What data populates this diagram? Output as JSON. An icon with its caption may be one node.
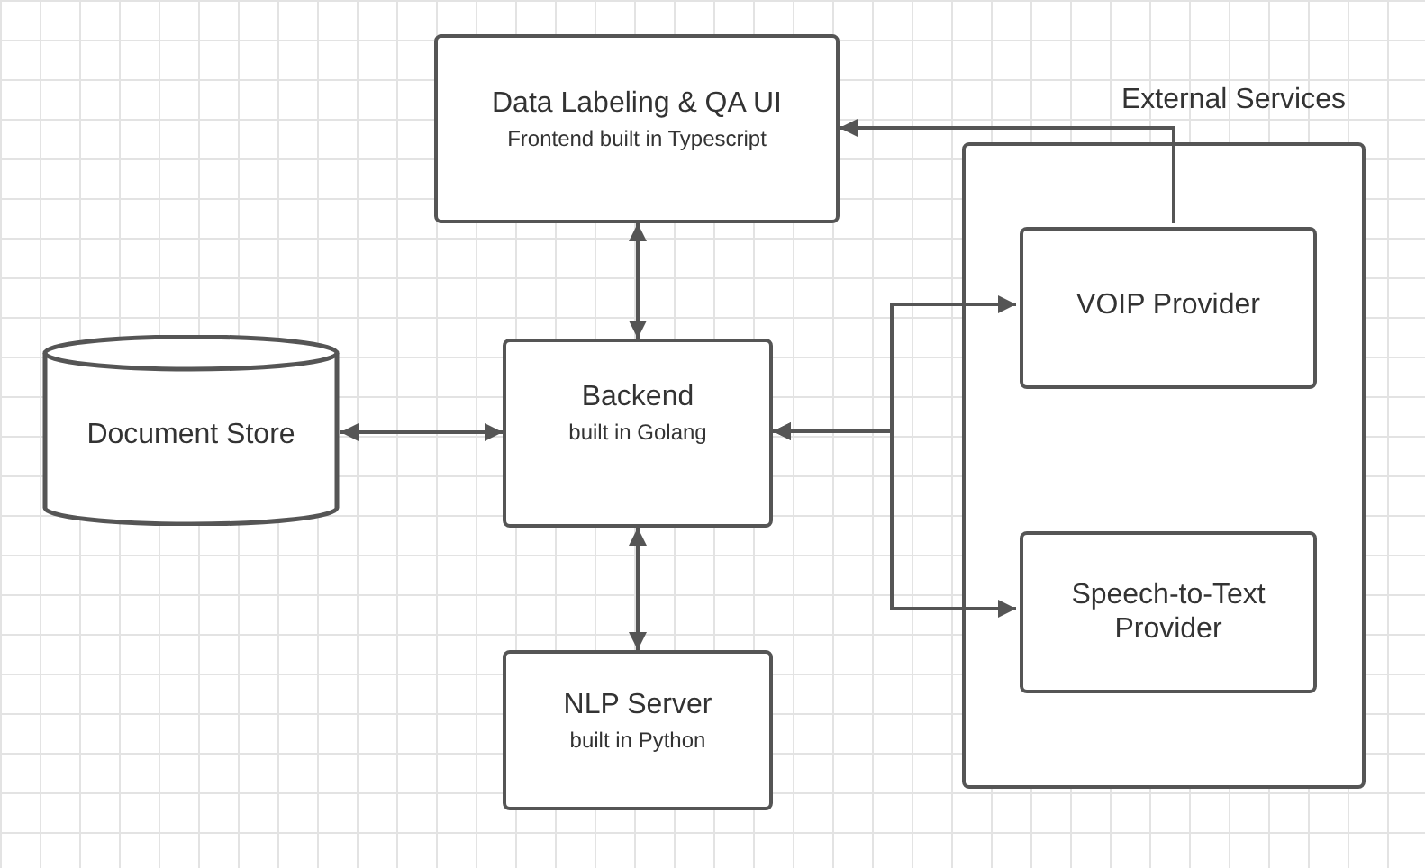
{
  "diagram": {
    "nodes": [
      {
        "text": [
          "Data Labeling & QA UI",
          "Frontend built in Typescript"
        ]
      },
      {
        "text": [
          "External Services"
        ]
      },
      {
        "text": [
          "Document Store"
        ]
      },
      {
        "text": [
          "Backend",
          "built in Golang"
        ]
      },
      {
        "text": [
          "VOIP Provider"
        ],
        "in": 1
      },
      {
        "text": [
          "Speech-to-Text Provider"
        ],
        "in": 1
      },
      {
        "text": [
          "NLP Server",
          "built in Python"
        ]
      }
    ],
    "edges": [
      {
        "from": 0,
        "to": 3,
        "arrow": "both"
      },
      {
        "from": 2,
        "to": 3,
        "arrow": "both"
      },
      {
        "from": 3,
        "to": 6,
        "arrow": "both"
      },
      {
        "from": 3,
        "to": 4,
        "arrow": "both"
      },
      {
        "from": 3,
        "to": 5,
        "arrow": "both"
      },
      {
        "from": 4,
        "to": 0,
        "arrow": "to"
      }
    ]
  }
}
